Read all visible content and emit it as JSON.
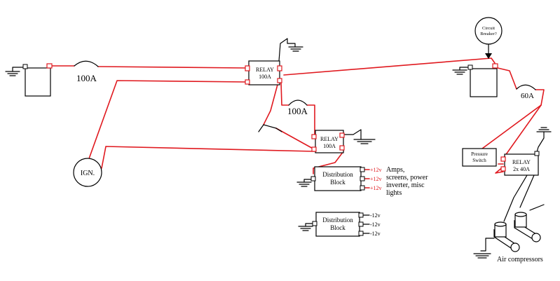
{
  "labels": {
    "fuse_main": "100A",
    "fuse_second": "100A",
    "fuse_third": "60A",
    "relay_main": [
      "RELAY",
      "100A"
    ],
    "relay_second": [
      "RELAY",
      "100A"
    ],
    "relay_compressor": [
      "RELAY",
      "2x 40A"
    ],
    "ignition": "IGN.",
    "circuit_breaker": [
      "Circuit",
      "Breaker?"
    ],
    "pressure_switch": [
      "Pressure",
      "Switch"
    ],
    "dist_block_positive": [
      "Distribution",
      "Block"
    ],
    "dist_block_negative": [
      "Distribution",
      "Block"
    ],
    "positive_outputs": [
      "+12v",
      "+12v",
      "+12v"
    ],
    "negative_outputs": [
      "-12v",
      "-12v",
      "-12v"
    ],
    "loads_note": [
      "Amps,",
      "screens, power",
      "inverter, misc",
      "lights"
    ],
    "air_compressors": "Air compressors"
  },
  "colors": {
    "power_wire": "#e0191f",
    "ground_wire": "#000000"
  }
}
